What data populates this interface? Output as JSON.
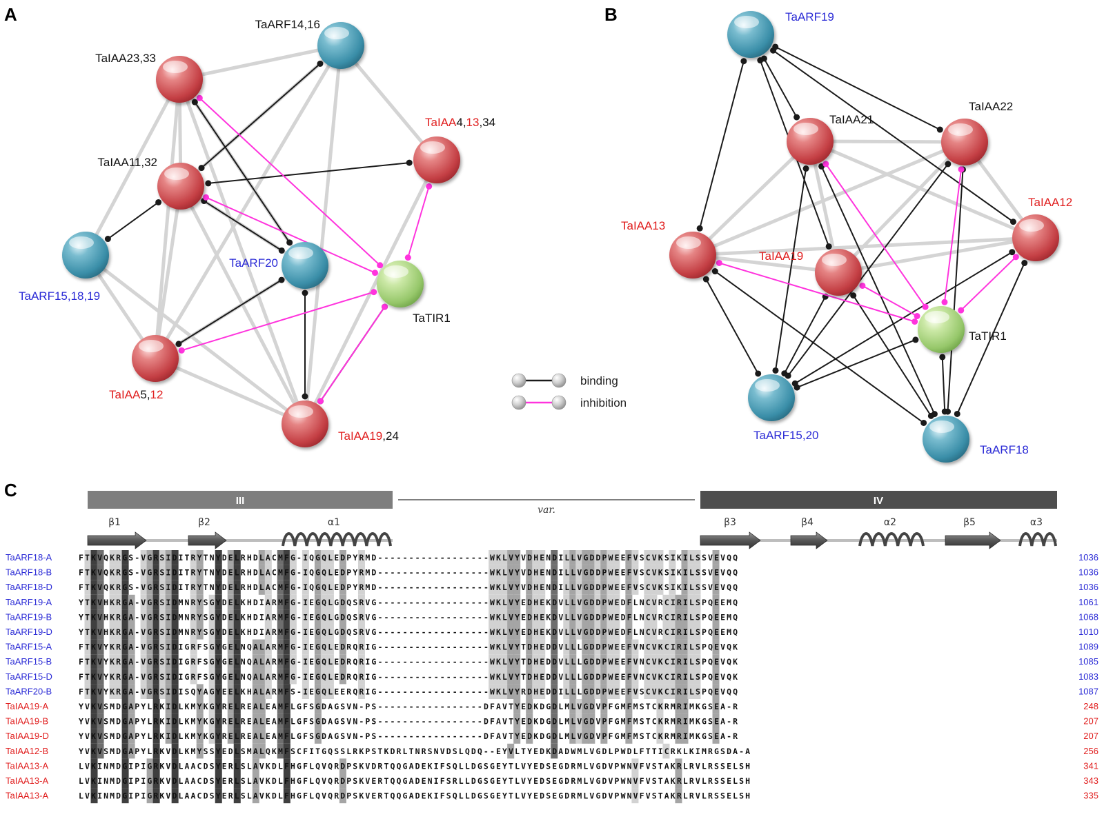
{
  "colors": {
    "blue": "#2b2bd6",
    "red": "#e01d1d",
    "black": "#111111",
    "binding": "#1a1a1a",
    "inhibition": "#ff33dd",
    "background_edge": "#d4d4d4"
  },
  "panels": {
    "A": {
      "letter": "A",
      "nodes": [
        {
          "id": "TaARF14_16",
          "type": "arf",
          "segments": [
            {
              "t": "TaARF14,16",
              "c": "black"
            }
          ]
        },
        {
          "id": "TaIAA23_33",
          "type": "iaa",
          "segments": [
            {
              "t": "TaIAA23,33",
              "c": "black"
            }
          ]
        },
        {
          "id": "TaIAA4_13_34",
          "type": "iaa",
          "segments": [
            {
              "t": "TaIAA",
              "c": "red"
            },
            {
              "t": "4,",
              "c": "black"
            },
            {
              "t": "13",
              "c": "red"
            },
            {
              "t": ",34",
              "c": "black"
            }
          ]
        },
        {
          "id": "TaIAA11_32",
          "type": "iaa",
          "segments": [
            {
              "t": "TaIAA11,32",
              "c": "black"
            }
          ]
        },
        {
          "id": "TaARF15_18_19",
          "type": "arf",
          "segments": [
            {
              "t": "TaARF15,18,19",
              "c": "blue"
            }
          ]
        },
        {
          "id": "TaARF20",
          "type": "arf",
          "segments": [
            {
              "t": "TaARF20",
              "c": "blue"
            }
          ]
        },
        {
          "id": "TaTIR1",
          "type": "tir",
          "segments": [
            {
              "t": "TaTIR1",
              "c": "black"
            }
          ]
        },
        {
          "id": "TaIAA5_12",
          "type": "iaa",
          "segments": [
            {
              "t": "TaIAA",
              "c": "red"
            },
            {
              "t": "5,",
              "c": "black"
            },
            {
              "t": "12",
              "c": "red"
            }
          ]
        },
        {
          "id": "TaIAA19_24",
          "type": "iaa",
          "segments": [
            {
              "t": "TaIAA19",
              "c": "red"
            },
            {
              "t": ",24",
              "c": "black"
            }
          ]
        }
      ],
      "background_edges": [
        [
          "TaIAA23_33",
          "TaARF14_16"
        ],
        [
          "TaIAA23_33",
          "TaIAA11_32"
        ],
        [
          "TaIAA23_33",
          "TaARF15_18_19"
        ],
        [
          "TaIAA23_33",
          "TaIAA5_12"
        ],
        [
          "TaIAA23_33",
          "TaARF20"
        ],
        [
          "TaIAA23_33",
          "TaIAA19_24"
        ],
        [
          "TaARF14_16",
          "TaIAA4_13_34"
        ],
        [
          "TaARF14_16",
          "TaIAA5_12"
        ],
        [
          "TaARF14_16",
          "TaIAA19_24"
        ],
        [
          "TaARF14_16",
          "TaIAA11_32"
        ],
        [
          "TaIAA11_32",
          "TaIAA5_12"
        ],
        [
          "TaIAA11_32",
          "TaIAA19_24"
        ],
        [
          "TaIAA11_32",
          "TaARF20"
        ],
        [
          "TaARF15_18_19",
          "TaIAA5_12"
        ],
        [
          "TaARF15_18_19",
          "TaIAA19_24"
        ],
        [
          "TaIAA5_12",
          "TaIAA19_24"
        ],
        [
          "TaIAA5_12",
          "TaARF20"
        ],
        [
          "TaIAA4_13_34",
          "TaIAA19_24"
        ]
      ],
      "binding_edges": [
        [
          "TaIAA23_33",
          "TaARF20"
        ],
        [
          "TaIAA11_32",
          "TaARF14_16"
        ],
        [
          "TaIAA11_32",
          "TaIAA4_13_34"
        ],
        [
          "TaIAA11_32",
          "TaARF20"
        ],
        [
          "TaARF15_18_19",
          "TaIAA11_32"
        ],
        [
          "TaIAA5_12",
          "TaARF20"
        ],
        [
          "TaARF20",
          "TaIAA19_24"
        ],
        [
          "TaTIR1",
          "TaIAA19_24"
        ]
      ],
      "inhibition_edges": [
        [
          "TaIAA23_33",
          "TaTIR1"
        ],
        [
          "TaIAA11_32",
          "TaTIR1"
        ],
        [
          "TaIAA4_13_34",
          "TaTIR1"
        ],
        [
          "TaIAA5_12",
          "TaTIR1"
        ],
        [
          "TaIAA19_24",
          "TaTIR1"
        ]
      ]
    },
    "B": {
      "letter": "B",
      "nodes": [
        {
          "id": "TaARF19",
          "type": "arf",
          "segments": [
            {
              "t": "TaARF19",
              "c": "blue"
            }
          ]
        },
        {
          "id": "TaIAA21",
          "type": "iaa",
          "segments": [
            {
              "t": "TaIAA21",
              "c": "black"
            }
          ]
        },
        {
          "id": "TaIAA22",
          "type": "iaa",
          "segments": [
            {
              "t": "TaIAA22",
              "c": "black"
            }
          ]
        },
        {
          "id": "TaIAA13",
          "type": "iaa",
          "segments": [
            {
              "t": "TaIAA13",
              "c": "red"
            }
          ]
        },
        {
          "id": "TaIAA12",
          "type": "iaa",
          "segments": [
            {
              "t": "TaIAA12",
              "c": "red"
            }
          ]
        },
        {
          "id": "TaIAA19",
          "type": "iaa",
          "segments": [
            {
              "t": "TaIAA19",
              "c": "red"
            }
          ]
        },
        {
          "id": "TaTIR1",
          "type": "tir",
          "segments": [
            {
              "t": "TaTIR1",
              "c": "black"
            }
          ]
        },
        {
          "id": "TaARF15_20",
          "type": "arf",
          "segments": [
            {
              "t": "TaARF15,20",
              "c": "blue"
            }
          ]
        },
        {
          "id": "TaARF18",
          "type": "arf",
          "segments": [
            {
              "t": "TaARF18",
              "c": "blue"
            }
          ]
        }
      ],
      "background_edges": [
        [
          "TaIAA13",
          "TaIAA21"
        ],
        [
          "TaIAA13",
          "TaIAA22"
        ],
        [
          "TaIAA13",
          "TaIAA12"
        ],
        [
          "TaIAA13",
          "TaIAA19"
        ],
        [
          "TaIAA21",
          "TaIAA22"
        ],
        [
          "TaIAA21",
          "TaIAA12"
        ],
        [
          "TaIAA22",
          "TaIAA12"
        ],
        [
          "TaIAA19",
          "TaIAA12"
        ],
        [
          "TaIAA19",
          "TaIAA22"
        ],
        [
          "TaIAA21",
          "TaIAA19"
        ]
      ],
      "binding_edges": [
        [
          "TaARF19",
          "TaIAA13"
        ],
        [
          "TaARF19",
          "TaIAA21"
        ],
        [
          "TaARF19",
          "TaIAA22"
        ],
        [
          "TaARF19",
          "TaIAA12"
        ],
        [
          "TaARF19",
          "TaIAA19"
        ],
        [
          "TaIAA13",
          "TaARF15_20"
        ],
        [
          "TaIAA13",
          "TaARF18"
        ],
        [
          "TaIAA21",
          "TaARF15_20"
        ],
        [
          "TaIAA21",
          "TaARF18"
        ],
        [
          "TaIAA22",
          "TaARF15_20"
        ],
        [
          "TaIAA22",
          "TaARF18"
        ],
        [
          "TaIAA12",
          "TaARF15_20"
        ],
        [
          "TaIAA12",
          "TaARF18"
        ],
        [
          "TaIAA19",
          "TaARF15_20"
        ],
        [
          "TaIAA19",
          "TaARF18"
        ],
        [
          "TaTIR1",
          "TaARF18"
        ],
        [
          "TaTIR1",
          "TaARF15_20"
        ]
      ],
      "inhibition_edges": [
        [
          "TaIAA21",
          "TaTIR1"
        ],
        [
          "TaIAA22",
          "TaTIR1"
        ],
        [
          "TaIAA13",
          "TaTIR1"
        ],
        [
          "TaIAA12",
          "TaTIR1"
        ],
        [
          "TaIAA19",
          "TaTIR1"
        ]
      ]
    }
  },
  "legend": {
    "binding_label": "binding",
    "inhibition_label": "inhibition"
  },
  "alignment": {
    "letter": "C",
    "domains": [
      {
        "label": "III"
      },
      {
        "label": "var."
      },
      {
        "label": "IV"
      }
    ],
    "secondary_structure": [
      "β1",
      "β2",
      "α1",
      "β3",
      "β4",
      "α2",
      "β5",
      "α3"
    ],
    "sequences": [
      {
        "name": "TaARF18-A",
        "group": "arf",
        "len": "1036",
        "seq": "FTKVQKRGS-VGRSIDITRYTNYDELRHDLACMFG-IQGQLEDPYRMD------------------WKLVYVDHENDILLVGDDPWEEFVSCVKSIKILSSVEVQQ"
      },
      {
        "name": "TaARF18-B",
        "group": "arf",
        "len": "1036",
        "seq": "FTKVQKRGS-VGRSIDITRYTNYDELRHDLACMFG-IQGQLEDPYRMD------------------WKLVYVDHENDILLVGDDPWEEFVSCVKSIKILSSVEVQQ"
      },
      {
        "name": "TaARF18-D",
        "group": "arf",
        "len": "1036",
        "seq": "FTKVQKRGS-VGRSIDITRYTNYDELRHDLACMFG-IQGQLEDPYRMD------------------WKLVYVDHENDILLVGDDPWEEFVSCVKSIKILSSVEVQQ"
      },
      {
        "name": "TaARF19-A",
        "group": "arf",
        "len": "1061",
        "seq": "YTKVHKRGA-VGRSIDMNRYSGYDELKHDIARMFG-IEGQLGDQSRVG------------------WKLVYEDHEKDVLLVGDDPWEDFLNCVRCIRILSPQEEMQ"
      },
      {
        "name": "TaARF19-B",
        "group": "arf",
        "len": "1068",
        "seq": "YTKVHKRGA-VGRSIDMNRYSGYDELKHDIARMFG-IEGQLGDQSRVG------------------WKLVYEDHEKDVLLVGDDPWEDFLNCVRCIRILSPQEEMQ"
      },
      {
        "name": "TaARF19-D",
        "group": "arf",
        "len": "1010",
        "seq": "YTKVHKRGA-VGRSIDMNRYSGYDELKHDIARMFG-IEGQLGDQSRVG------------------WKLVYEDHEKDVLLVGDDPWEDFLNCVRCIRILSPQEEMQ"
      },
      {
        "name": "TaARF15-A",
        "group": "arf",
        "len": "1089",
        "seq": "FTKVYKRGA-VGRSIDIGRFSGYGELNQALARMFG-IEGQLEDRQRIG------------------WKLVYTDHEDDVLLLGDDPWEEFVNCVKCIRILSPQEVQK"
      },
      {
        "name": "TaARF15-B",
        "group": "arf",
        "len": "1085",
        "seq": "FTKVYKRGA-VGRSIDIGRFSGYGELNQALARMFG-IEGQLEDRQRIG------------------WKLVYTDHEDDVLLLGDDPWEEFVNCVKCIRILSPQEVQK"
      },
      {
        "name": "TaARF15-D",
        "group": "arf",
        "len": "1083",
        "seq": "FTKVYKRGA-VGRSIDIGRFSGYGELNQALARMFG-IEGQLEDRQRIG------------------WKLVYTDHEDDVLLLGDDPWEEFVNCVKCIRILSPQEVQK"
      },
      {
        "name": "TaARF20-B",
        "group": "arf",
        "len": "1087",
        "seq": "FTKVYKRGA-VGRSIDISQYAGYEELKHALARMFS-IEGQLEERQRIG------------------WKLVYRDHEDDILLLGDDPWEEFVSCVKCIRILSPQEVQQ"
      },
      {
        "name": "TaIAA19-A",
        "group": "iaa",
        "len": "248",
        "seq": "YVKVSMDGAPYLRKIDLKMYKGYRELREALEAMFLGFSGDAGSVN-PS-----------------DFAVTYEDKDGDLMLVGDVPFGMFMSTCKRMRIMKGSEA-R"
      },
      {
        "name": "TaIAA19-B",
        "group": "iaa",
        "len": "207",
        "seq": "YVKVSMDGAPYLRKIDLKMYKGYRELREALEAMFLGFSGDAGSVN-PS-----------------DFAVTYEDKDGDLMLVGDVPFGMFMSTCKRMRIMKGSEA-R"
      },
      {
        "name": "TaIAA19-D",
        "group": "iaa",
        "len": "207",
        "seq": "YVKVSMDGAPYLRKIDLKMYKGYRELREALEAMFLGFSGDAGSVN-PS-----------------DFAVTYEDKDGDLMLVGDVPFGMFMSTCKRMRIMKGSEA-R"
      },
      {
        "name": "TaIAA12-B",
        "group": "iaa",
        "len": "256",
        "seq": "YVKVSMDGAPYLRKVDLKMYSSYEDLSMALQKMFSCFITGQSSLRKPSTKDRLTNRSNVDSLQDQ--EYVLTYEDKDADWMLVGDLPWDLFTTICRKLKIMRGSDA-A"
      },
      {
        "name": "TaIAA13-A",
        "group": "iaa",
        "len": "341",
        "seq": "LVKINMDGIPIGRKVDLAACDSYERLSLAVKDLFHGFLQVQRDPSKVDRTQQGADEKIFSQLLDGSGEYTLVYEDSEGDRMLVGDVPWNVFVSTAKRLRVLRSSELSH"
      },
      {
        "name": "TaIAA13-A",
        "group": "iaa",
        "len": "343",
        "seq": "LVKINMDGIPIGRKVDLAACDSYERLSLAVKDLFHGFLQVQRDPSKVERTQQGADENIFSRLLDGSGEYTLVYEDSEGDRMLVGDVPWNVFVSTAKRLRVLRSSELSH"
      },
      {
        "name": "TaIAA13-A",
        "group": "iaa",
        "len": "335",
        "seq": "LVKINMDGIPIGRKVDLAACDSYERLSLAVKDLFHGFLQVQRDPSKVERTQQGADEKIFSQLLDGSGEYTLVYEDSEGDRMLVGDVPWNVFVSTAKRLRVLRSSELSH"
      }
    ]
  }
}
